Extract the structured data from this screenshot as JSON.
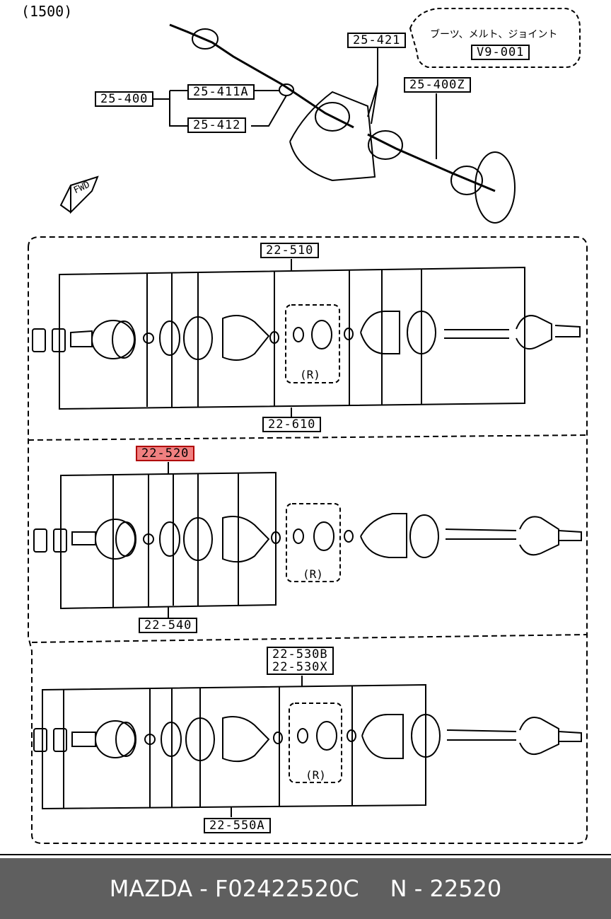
{
  "diagram": {
    "variant": "(1500)",
    "note_text": "ブーツ、メルト、ジョイント",
    "note_ref": "V9-001",
    "fwd_label": "FWD",
    "r_label": "(R)",
    "labels": {
      "p25_400": "25-400",
      "p25_411a": "25-411A",
      "p25_412": "25-412",
      "p25_421": "25-421",
      "p25_400z": "25-400Z",
      "p22_510": "22-510",
      "p22_610": "22-610",
      "p22_520": "22-520",
      "p22_540": "22-540",
      "p22_530b": "22-530B",
      "p22_530x": "22-530X",
      "p22_550a": "22-550A"
    }
  },
  "footer": {
    "brand_part": "MAZDA - F02422520C",
    "number": "N - 22520"
  },
  "colors": {
    "highlight": "#f08080",
    "footer_bg": "#5f5f5f"
  }
}
